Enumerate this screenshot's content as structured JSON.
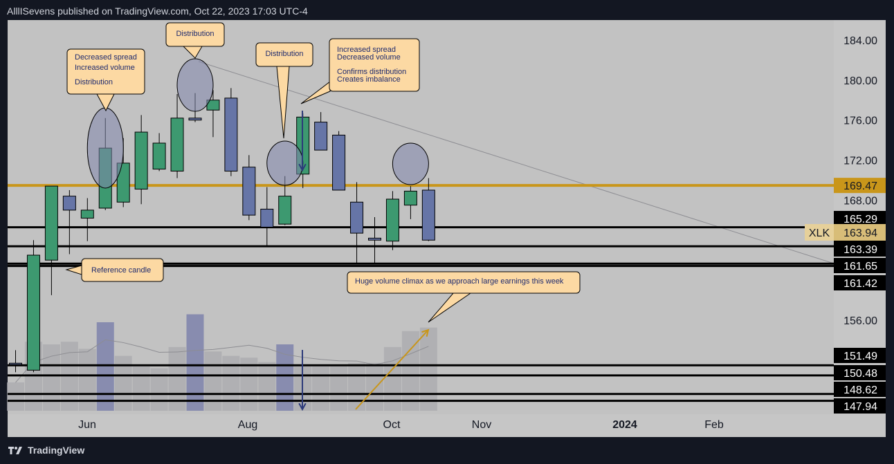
{
  "header": {
    "attribution": "AlllISevens published on TradingView.com, Oct 22, 2023 17:03 UTC-4"
  },
  "footer": {
    "brand": "TradingView",
    "logo_icon": "tradingview-logo-icon"
  },
  "colors": {
    "background": "#131722",
    "pane": "#c2c2c2",
    "price_axis": "#c6c6c6",
    "bull": "#3d9970",
    "bear": "#6675a7",
    "gold": "#c9961a",
    "level": "#000000",
    "volume": "#a9a9ad",
    "volume_highlight": "#8286ad",
    "callout_fill": "#fcd9a3"
  },
  "chart_data": {
    "type": "candlestick",
    "symbol": "XLK",
    "interval": "weekly",
    "x_axis_labels": [
      "Jun",
      "Aug",
      "Oct",
      "Nov",
      "2024",
      "Feb"
    ],
    "y_ticks": [
      184.0,
      180.0,
      176.0,
      172.0,
      168.0,
      156.0
    ],
    "ylim": [
      146.6,
      186.0
    ],
    "candles": [
      {
        "o": 151.7,
        "h": 153.0,
        "l": 150.8,
        "c": 151.6
      },
      {
        "o": 151.0,
        "h": 164.0,
        "l": 150.8,
        "c": 162.5
      },
      {
        "o": 162.0,
        "h": 168.5,
        "l": 158.5,
        "c": 169.4
      },
      {
        "o": 168.4,
        "h": 169.0,
        "l": 162.6,
        "c": 167.0
      },
      {
        "o": 166.2,
        "h": 168.2,
        "l": 163.9,
        "c": 167.0
      },
      {
        "o": 167.2,
        "h": 176.2,
        "l": 167.0,
        "c": 173.2
      },
      {
        "o": 167.8,
        "h": 174.2,
        "l": 167.3,
        "c": 171.7
      },
      {
        "o": 169.1,
        "h": 176.5,
        "l": 167.6,
        "c": 174.8
      },
      {
        "o": 171.1,
        "h": 174.7,
        "l": 170.9,
        "c": 173.7
      },
      {
        "o": 170.9,
        "h": 178.6,
        "l": 170.2,
        "c": 176.2
      },
      {
        "o": 176.2,
        "h": 178.7,
        "l": 175.8,
        "c": 176.0
      },
      {
        "o": 177.0,
        "h": 179.0,
        "l": 174.3,
        "c": 178.0
      },
      {
        "o": 178.2,
        "h": 179.2,
        "l": 170.4,
        "c": 170.9
      },
      {
        "o": 171.3,
        "h": 172.5,
        "l": 166.0,
        "c": 166.5
      },
      {
        "o": 167.1,
        "h": 169.3,
        "l": 163.4,
        "c": 165.3
      },
      {
        "o": 165.6,
        "h": 170.4,
        "l": 165.5,
        "c": 168.4
      },
      {
        "o": 170.6,
        "h": 176.7,
        "l": 169.2,
        "c": 176.3
      },
      {
        "o": 175.8,
        "h": 176.8,
        "l": 173.4,
        "c": 173.0
      },
      {
        "o": 174.5,
        "h": 174.9,
        "l": 169.3,
        "c": 169.0
      },
      {
        "o": 167.8,
        "h": 169.8,
        "l": 161.7,
        "c": 164.7
      },
      {
        "o": 164.2,
        "h": 166.3,
        "l": 161.6,
        "c": 164.0
      },
      {
        "o": 163.9,
        "h": 168.9,
        "l": 163.0,
        "c": 168.1
      },
      {
        "o": 167.5,
        "h": 169.4,
        "l": 166.1,
        "c": 168.9
      },
      {
        "o": 169.0,
        "h": 170.2,
        "l": 163.9,
        "c": 164.0
      }
    ],
    "volume": [
      0.32,
      0.78,
      0.75,
      0.78,
      0.7,
      1.0,
      0.62,
      0.5,
      0.48,
      0.72,
      1.09,
      0.67,
      0.62,
      0.6,
      0.55,
      0.75,
      0.5,
      0.5,
      0.52,
      0.54,
      0.54,
      0.72,
      0.9,
      0.94
    ],
    "volume_highlight": [
      5,
      10,
      15
    ],
    "levels": [
      {
        "label": "165.29",
        "value": 165.29,
        "color": "#000000"
      },
      {
        "label": "163.39",
        "value": 163.39,
        "color": "#000000"
      },
      {
        "label": "161.65",
        "value": 161.65,
        "color": "#000000"
      },
      {
        "label": "161.42",
        "value": 161.42,
        "color": "#000000"
      },
      {
        "label": "151.49",
        "value": 151.49,
        "color": "#000000"
      },
      {
        "label": "150.48",
        "value": 150.48,
        "color": "#000000"
      },
      {
        "label": "148.62",
        "value": 148.62,
        "color": "#000000"
      },
      {
        "label": "147.94",
        "value": 147.94,
        "color": "#000000"
      }
    ],
    "gold_level": {
      "label": "169.47",
      "value": 169.47
    },
    "current_price": {
      "symbol": "XLK",
      "label": "163.94",
      "value": 163.94
    },
    "annotations": [
      {
        "lines": [
          "Decreased spread",
          "Increased volume",
          "",
          "Distribution"
        ]
      },
      {
        "lines": [
          "Distribution"
        ]
      },
      {
        "lines": [
          "Distribution"
        ]
      },
      {
        "lines": [
          "Increased spread",
          "Decreased volume",
          "",
          "Confirms distribution",
          "Creates imbalance"
        ]
      },
      {
        "lines": [
          "Reference candle"
        ]
      },
      {
        "lines": [
          "Huge volume climax as we approach large earnings this week"
        ]
      }
    ]
  }
}
